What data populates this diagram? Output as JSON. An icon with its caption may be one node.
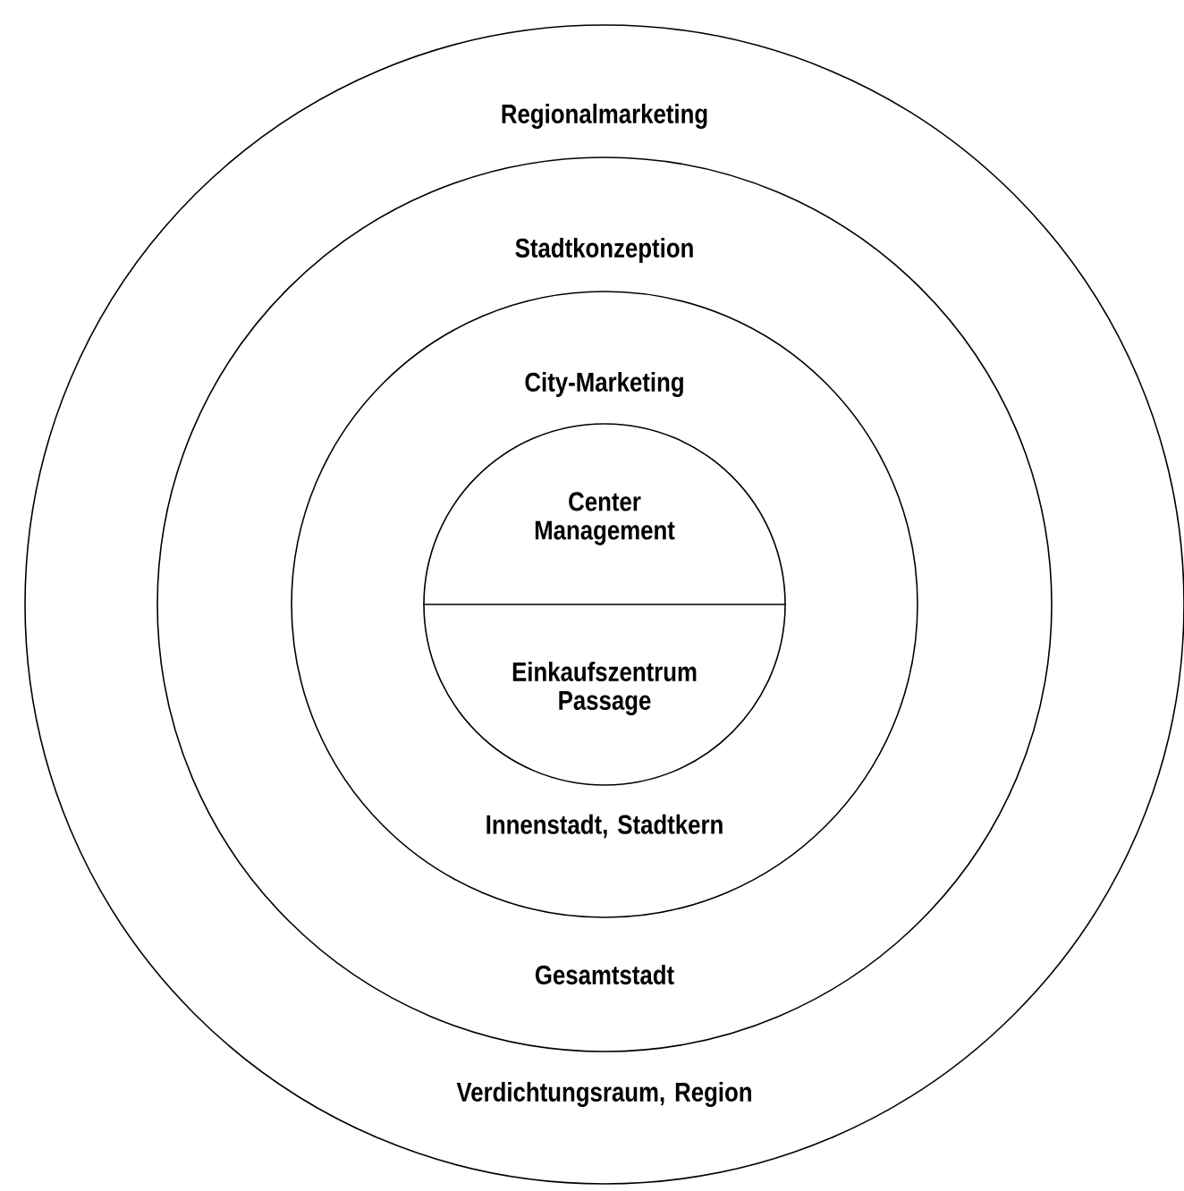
{
  "diagram": {
    "nodes": [
      {
        "text": [
          "Regionalmarketing",
          "Verdichtungsraum, Region"
        ]
      },
      {
        "text": [
          "Stadtkonzeption",
          "Gesamtstadt"
        ],
        "in": 0
      },
      {
        "text": [
          "City-Marketing",
          "Innenstadt, Stadtkern"
        ],
        "in": 1
      },
      {
        "text": [
          "Center Management",
          "Einkaufszentrum Passage"
        ],
        "in": 2
      }
    ]
  }
}
